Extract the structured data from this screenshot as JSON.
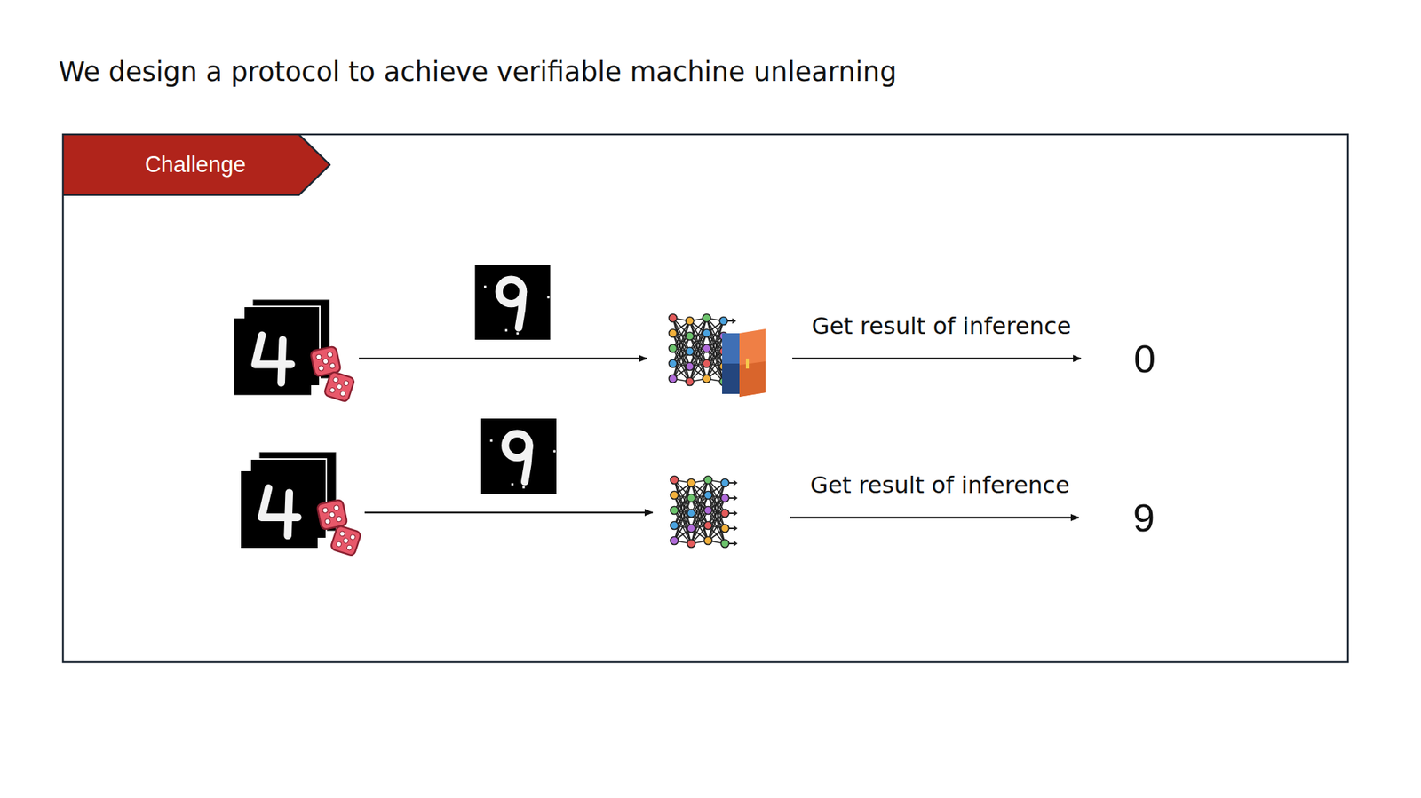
{
  "diagram": {
    "title": "We design a protocol to achieve verifiable machine unlearning",
    "nodes": [
      {
        "text": [
          "Challenge"
        ]
      }
    ],
    "labels": [
      "Get result of inference",
      "0",
      "Get result of inference",
      "9"
    ]
  }
}
